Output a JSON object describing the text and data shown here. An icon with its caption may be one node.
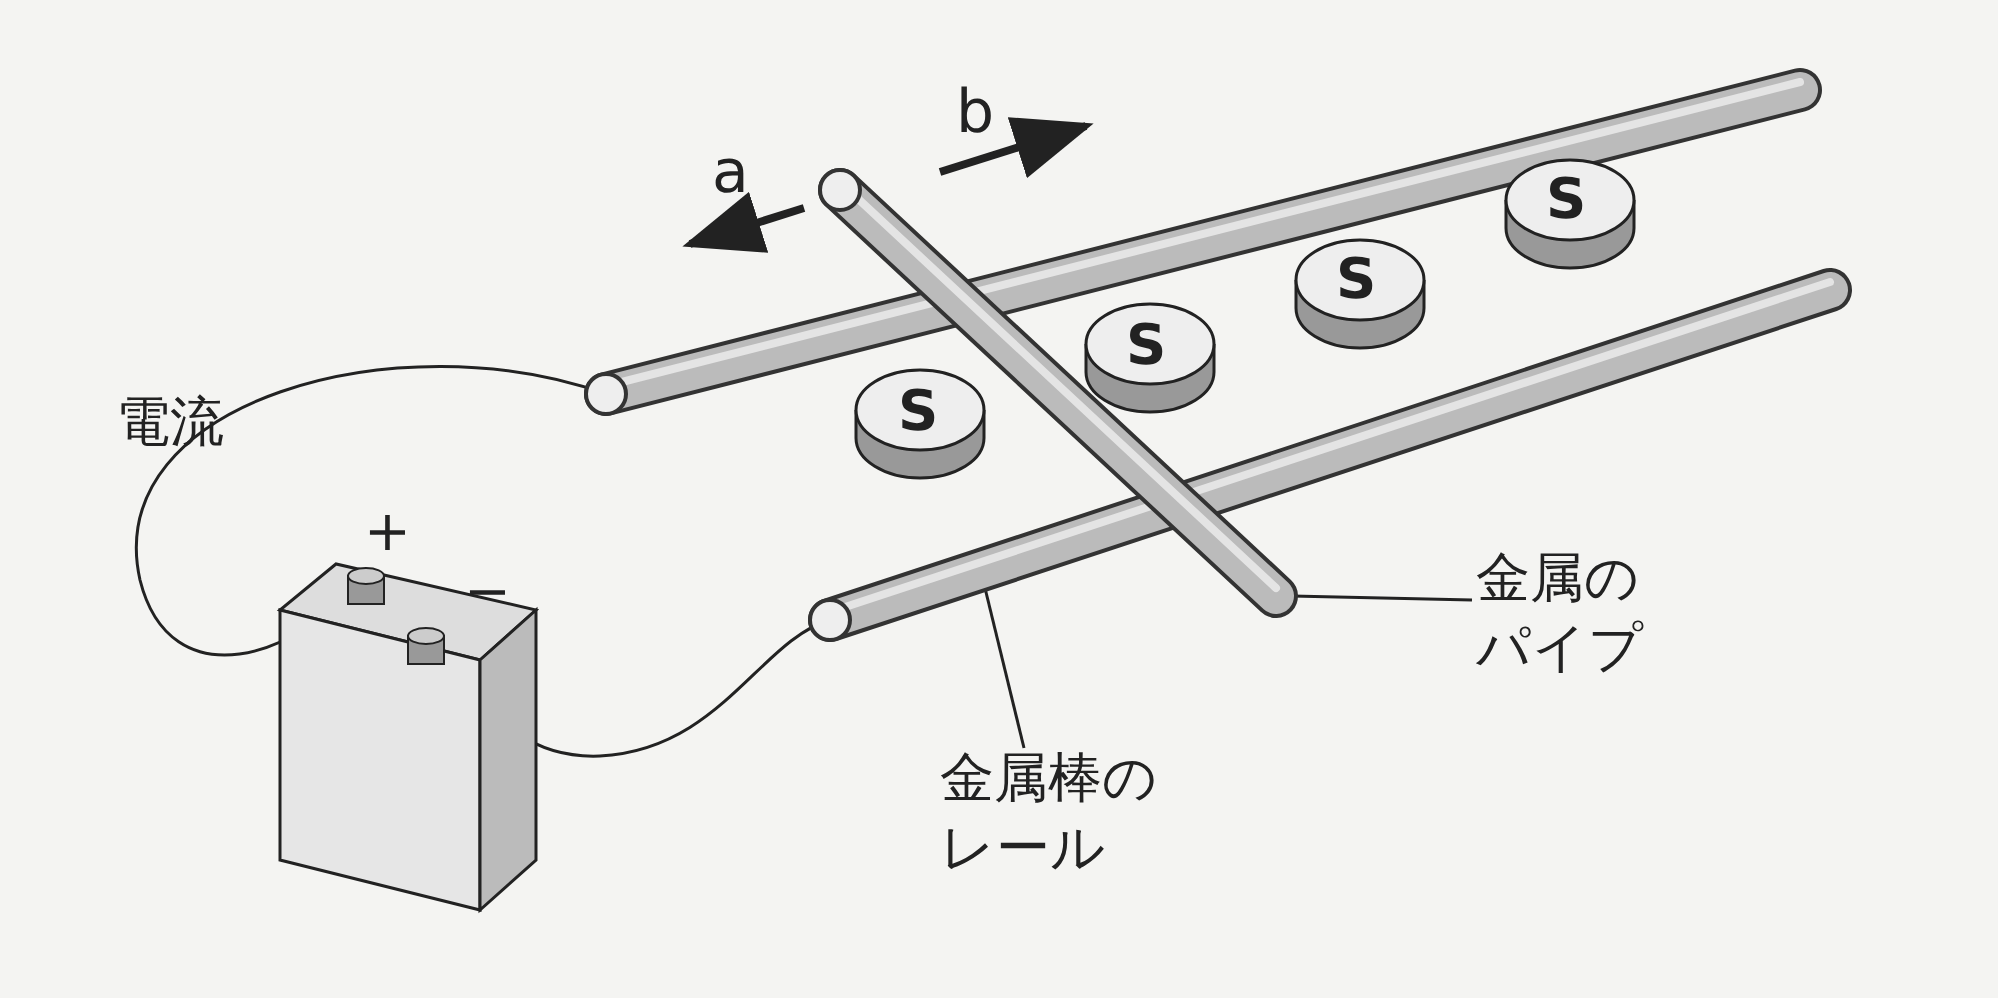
{
  "diagram": {
    "nodes": [
      {
        "text": [],
        "shape": "bar"
      },
      {
        "text": [],
        "shape": "bar"
      },
      {
        "text": [],
        "shape": "bar"
      },
      {
        "text": [],
        "shape": "box"
      },
      {
        "text": [
          "金属のパイプ"
        ]
      },
      {
        "text": [
          "金属棒のレール"
        ]
      }
    ],
    "edges": [
      {
        "from": 4,
        "to": 1,
        "arrow": "none"
      },
      {
        "from": 5,
        "to": 2,
        "arrow": "none"
      },
      {
        "from": 3,
        "to": 0,
        "arrow": "none"
      },
      {
        "from": 3,
        "to": 2,
        "arrow": "none"
      }
    ],
    "labels": [
      "a",
      "b",
      "電流",
      "+",
      "−",
      "S",
      "S",
      "S",
      "S"
    ]
  }
}
